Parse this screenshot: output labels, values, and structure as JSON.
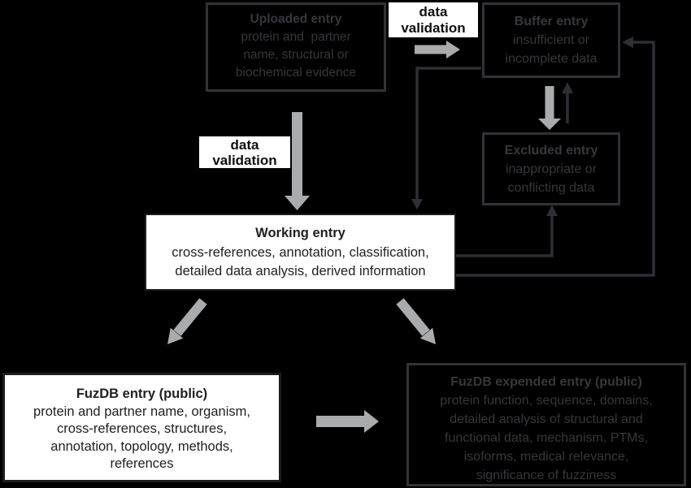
{
  "colors": {
    "background": "#000000",
    "light_box_fill": "#ffffff",
    "light_box_border": "#1d1d1d",
    "light_box_text": "#1f1f1f",
    "dark_box_border": "#313136",
    "dark_box_text": "#37373c",
    "gray_arrow": "#a9abad",
    "thin_arrow": "#2e2e33"
  },
  "boxes": {
    "uploaded": {
      "title": "Uploaded entry",
      "lines": [
        "protein and  partner",
        "name, structural or",
        "biochemical evidence"
      ]
    },
    "buffer": {
      "title": "Buffer entry",
      "lines": [
        "insufficient or",
        "incomplete data"
      ]
    },
    "excluded": {
      "title": "Excluded entry",
      "lines": [
        "inappropriate or",
        "conflicting data"
      ]
    },
    "working": {
      "title": "Working entry",
      "lines": [
        "cross-references, annotation, classification,",
        "detailed data analysis, derived information"
      ]
    },
    "fuzdb": {
      "title": "FuzDB entry (public)",
      "lines": [
        "protein and partner name, organism,",
        "cross-references, structures,",
        "annotation, topology, methods,",
        "references"
      ]
    },
    "expanded": {
      "title": "FuzDB expended entry (public)",
      "lines": [
        "protein function, sequence, domains,",
        "detailed analysis of structural and",
        "functional data, mechanism, PTMs,",
        "isoforms, medical relevance,",
        "significance of fuzziness"
      ]
    }
  },
  "labels": {
    "validation_top": {
      "line1": "data",
      "line2": "validation"
    },
    "validation_left": {
      "line1": "data",
      "line2": "validation"
    }
  }
}
